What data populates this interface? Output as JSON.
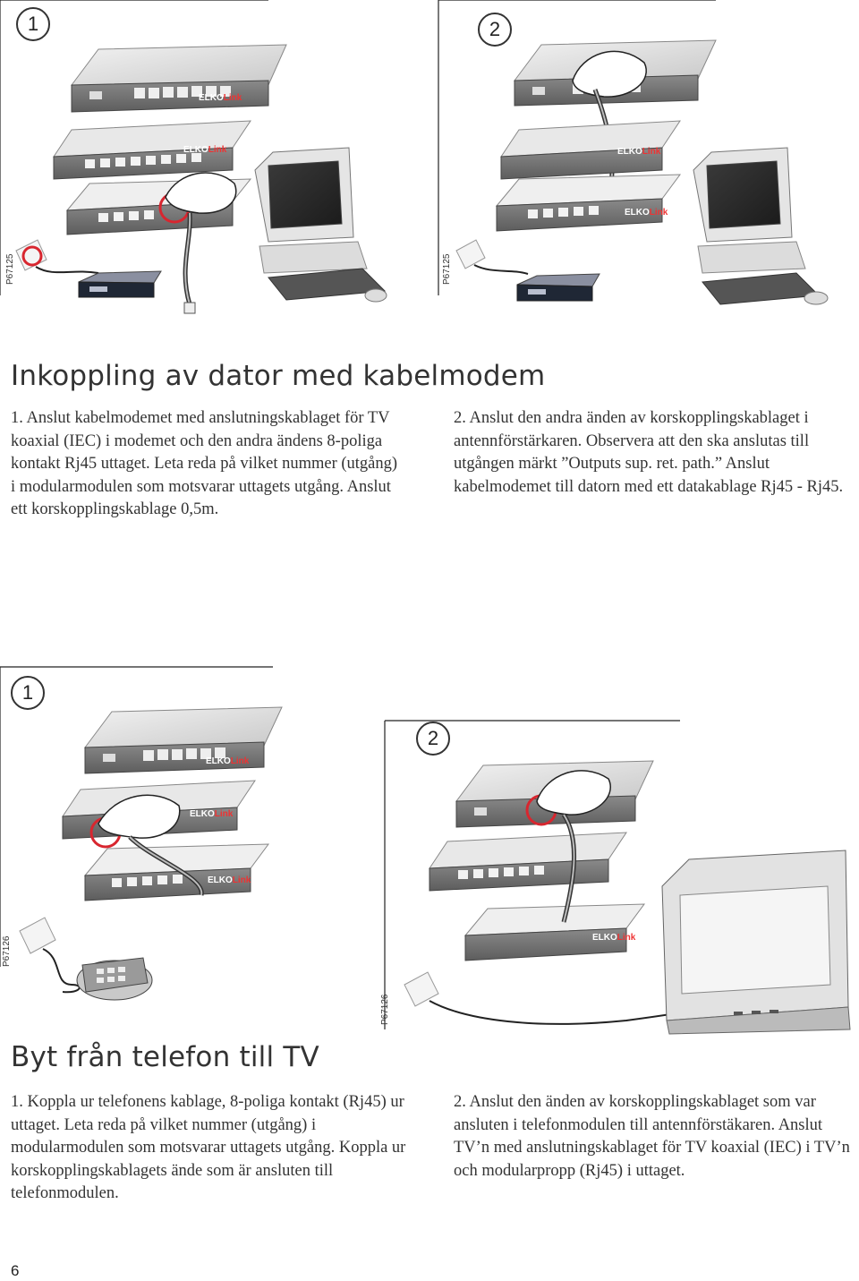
{
  "panel1": {
    "step_left": "1",
    "step_right": "2",
    "code_left": "P67125",
    "code_right": "P67125"
  },
  "section1": {
    "heading": "Inkoppling av dator med kabelmodem",
    "left_text": "1. Anslut kabelmodemet med anslutningskablaget för TV koaxial (IEC) i modemet och den andra ändens 8-poliga kontakt Rj45 uttaget. Leta reda på vilket nummer (utgång) i modularmodulen som motsvarar uttagets utgång. Anslut ett korskopplingskablage 0,5m.",
    "right_text": "2. Anslut den andra änden av korskopplingskablaget i antennförstärkaren. Observera att den ska anslutas till utgången märkt ”Outputs sup. ret. path.” Anslut kabelmodemet till datorn med ett datakablage Rj45 - Rj45."
  },
  "panel2": {
    "step_left": "1",
    "step_right": "2",
    "code_left": "P67126",
    "code_right": "P67126"
  },
  "section2": {
    "heading": "Byt från telefon till TV",
    "left_text": "1. Koppla ur telefonens kablage, 8-poliga kontakt (Rj45) ur uttaget. Leta reda på vilket nummer (utgång) i modularmodulen som motsvarar uttagets utgång. Koppla ur korskopplingskablagets ände som är ansluten till telefonmodulen.",
    "right_text": "2. Anslut den änden av korskopplingskablaget som var ansluten i telefonmodulen till antennförstäkaren. Anslut TV’n med anslutningskablaget för TV koaxial (IEC) i TV’n och modularpropp (Rj45) i uttaget."
  },
  "brand": "ELKOLink",
  "page_number": "6"
}
